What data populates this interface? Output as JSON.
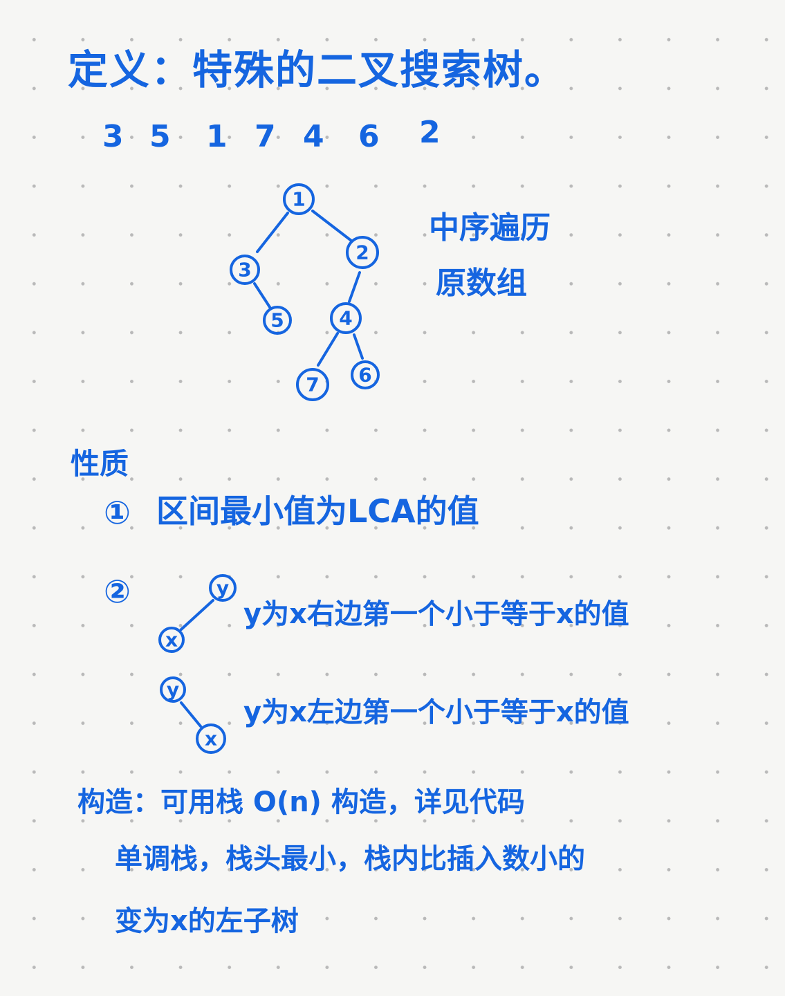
{
  "title": "定义：特殊的二叉搜索树。",
  "sequence": [
    "3",
    "5",
    "1",
    "7",
    "4",
    "6",
    "2"
  ],
  "tree_nodes": {
    "n1": "1",
    "n2": "2",
    "n3": "3",
    "n4": "4",
    "n5": "5",
    "n6": "6",
    "n7": "7"
  },
  "side_note": {
    "line1": "中序遍历",
    "line2": "原数组"
  },
  "properties": {
    "heading": "性质",
    "item1_marker": "①",
    "item1_text": "区间最小值为LCA的值",
    "item2_marker": "②",
    "diagram_a": {
      "top": "y",
      "bottom": "x"
    },
    "item2a_text": "y为x右边第一个小于等于x的值",
    "diagram_b": {
      "top": "y",
      "bottom": "x"
    },
    "item2b_text": "y为x左边第一个小于等于x的值"
  },
  "construction": {
    "line1": "构造：可用栈 O(n) 构造，详见代码",
    "line2": "单调栈，栈头最小，栈内比插入数小的",
    "line3": "变为x的左子树"
  },
  "colors": {
    "ink": "#1565e0",
    "paper": "#f6f6f4",
    "dots": "#b9b9b9"
  }
}
